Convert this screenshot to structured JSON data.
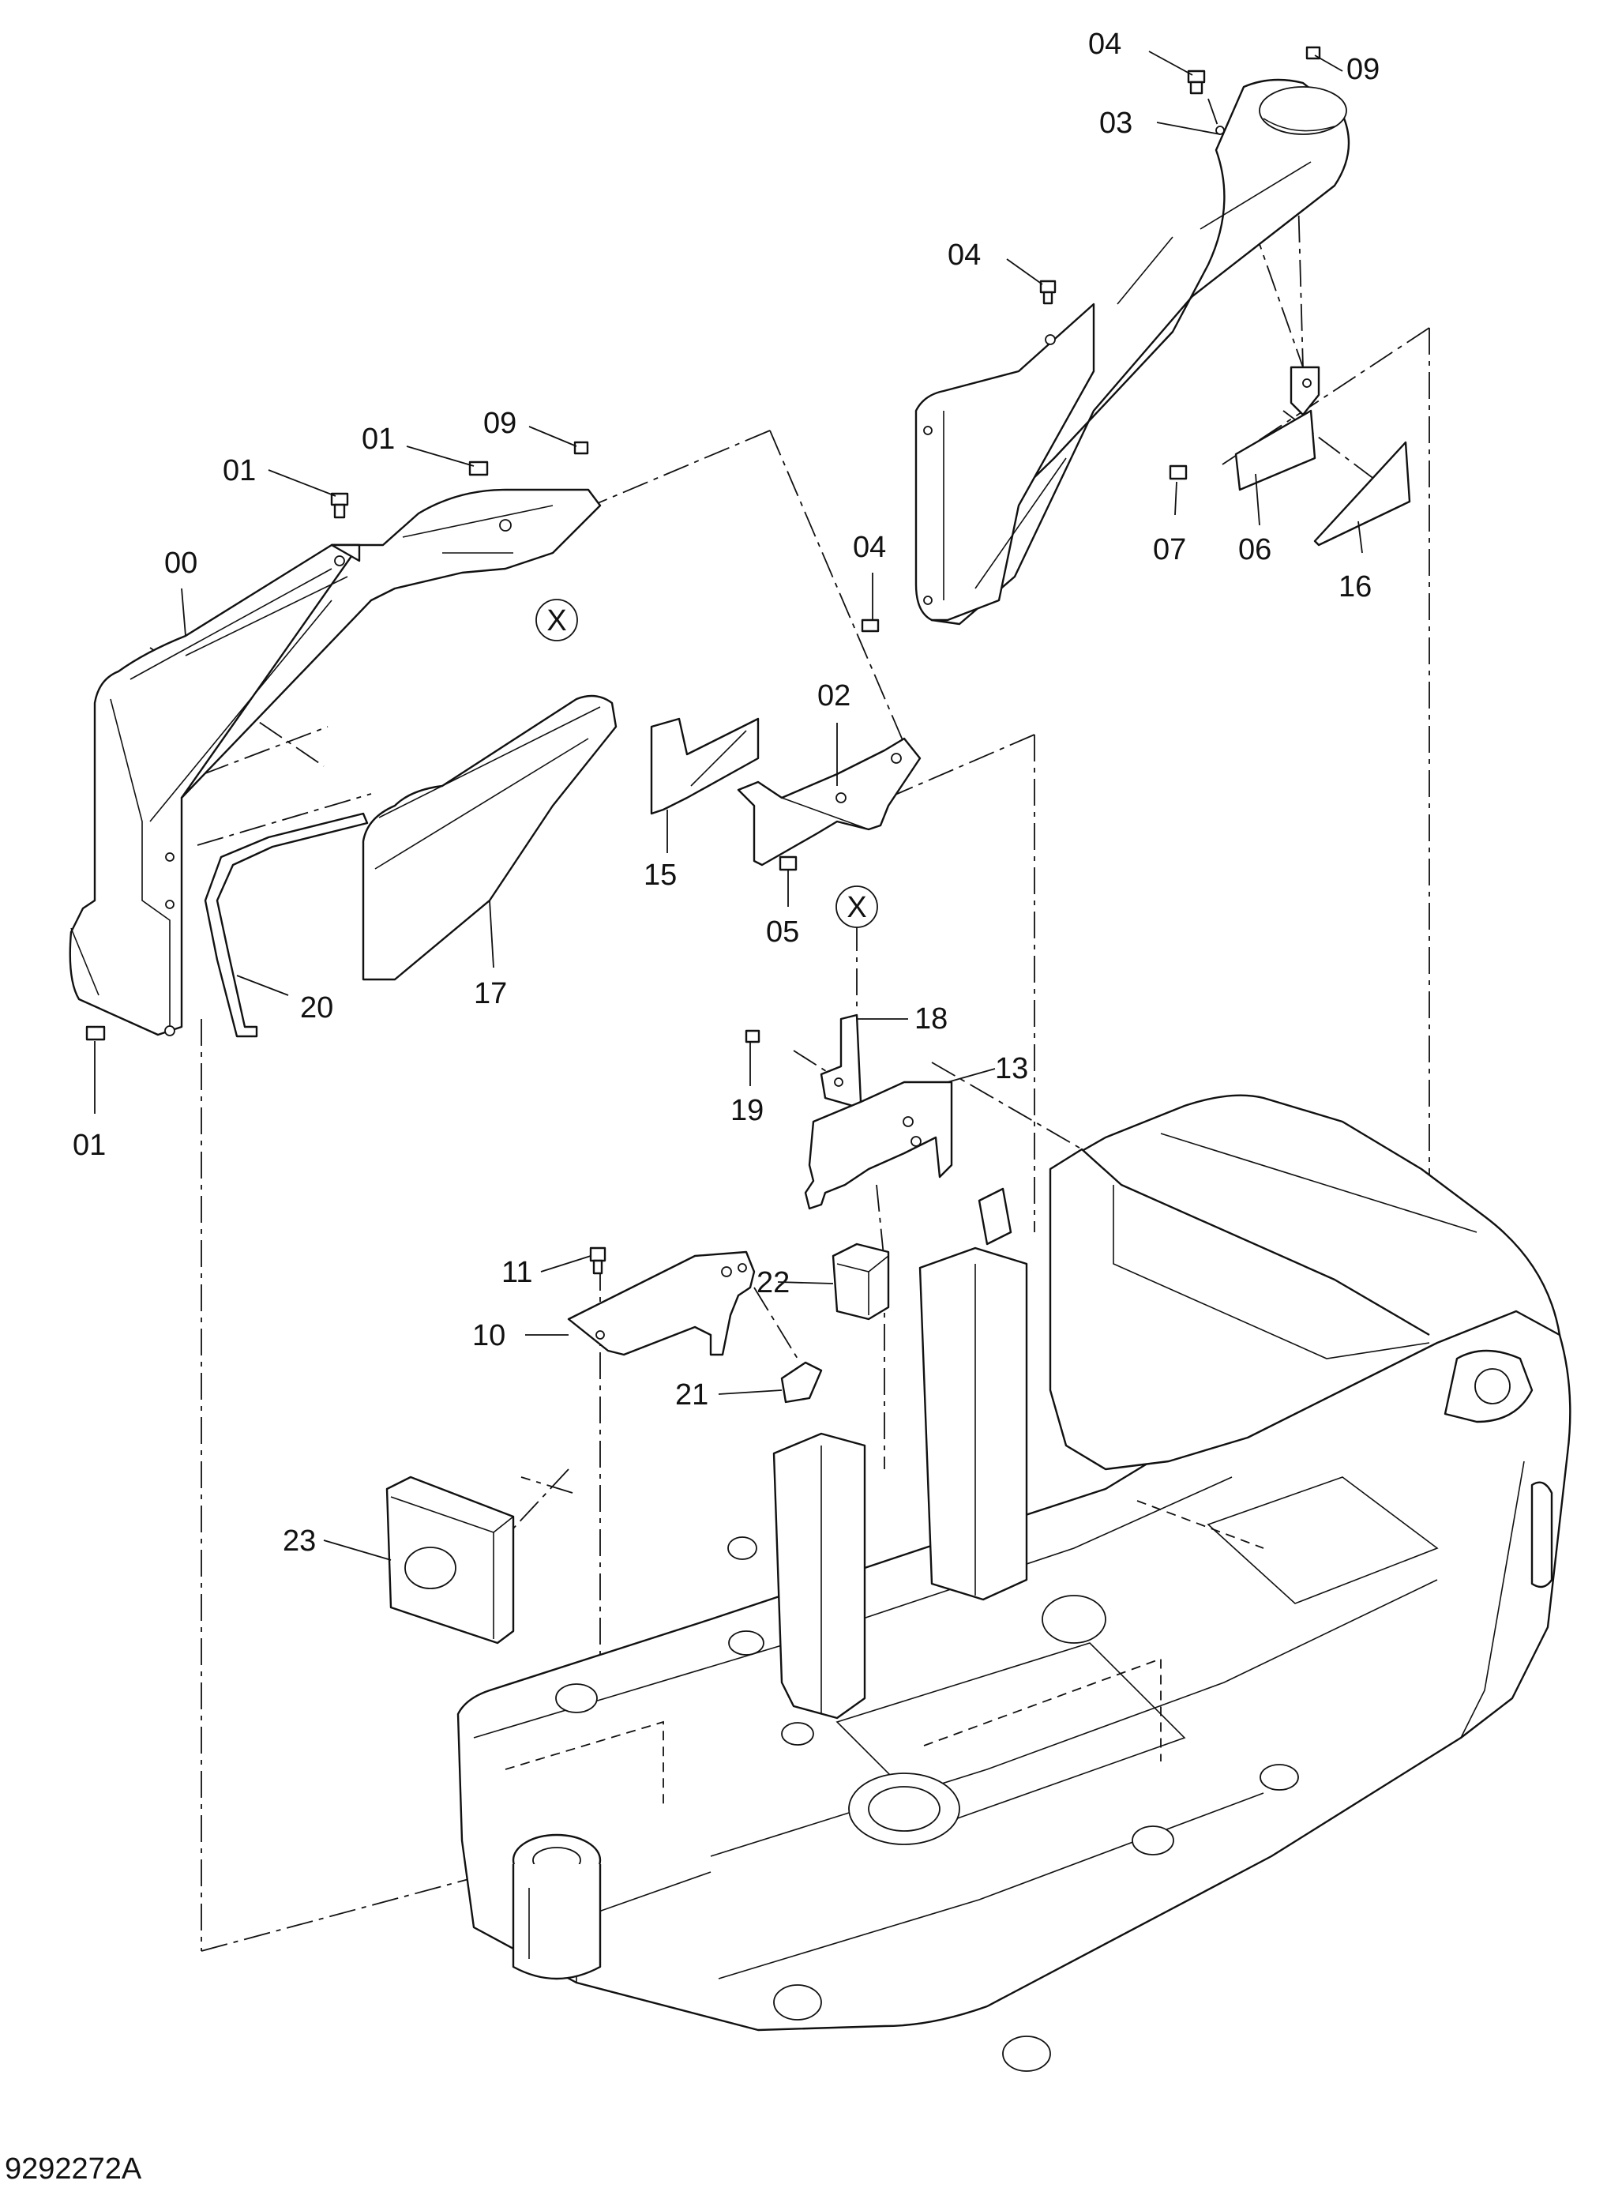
{
  "drawing_number": "9292272A",
  "detail_marker": "X",
  "callouts": [
    "00",
    "01",
    "02",
    "03",
    "04",
    "05",
    "06",
    "07",
    "09",
    "10",
    "11",
    "13",
    "15",
    "16",
    "17",
    "18",
    "19",
    "20",
    "21",
    "22",
    "23"
  ]
}
